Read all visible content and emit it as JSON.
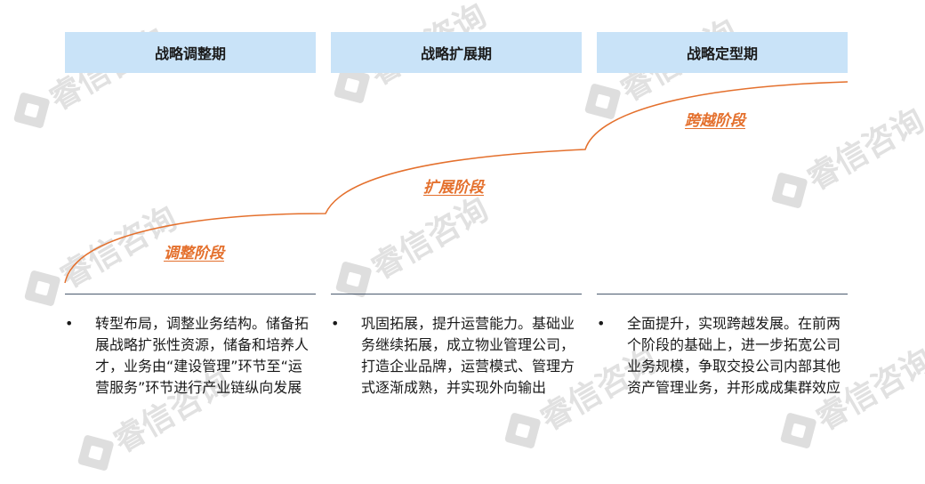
{
  "watermark": {
    "text": "睿信咨询",
    "icon": "logo-diamond-icon"
  },
  "phases": [
    {
      "header": "战略调整期",
      "stage": "调整阶段",
      "text": "转型布局，调整业务结构。储备拓展战略扩张性资源，储备和培养人才，业务由“建设管理”环节至“运营服务”环节进行产业链纵向发展"
    },
    {
      "header": "战略扩展期",
      "stage": "扩展阶段",
      "text": "巩固拓展，提升运营能力。基础业务继续拓展，成立物业管理公司，打造企业品牌，运营模式、管理方式逐渐成熟，并实现外向输出"
    },
    {
      "header": "战略定型期",
      "stage": "跨越阶段",
      "text": "全面提升，实现跨越发展。在前两个阶段的基础上，进一步拓宽公司业务规模，争取交投公司内部其他资产管理业务，并形成成集群效应"
    }
  ],
  "colors": {
    "header_bg": "#c9e3f8",
    "curve": "#e4702d",
    "divider": "#4a5a6e"
  }
}
